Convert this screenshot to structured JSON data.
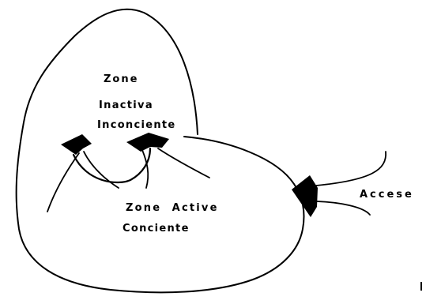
{
  "diagram": {
    "inactive_zone": {
      "title": "Zone",
      "line2": "Inactiva",
      "line3": "Inconciente"
    },
    "active_zone": {
      "title": "Zone  Active",
      "line2": "Conciente"
    },
    "access_label": "Accese"
  },
  "colors": {
    "ink": "#000000",
    "background": "#ffffff"
  }
}
